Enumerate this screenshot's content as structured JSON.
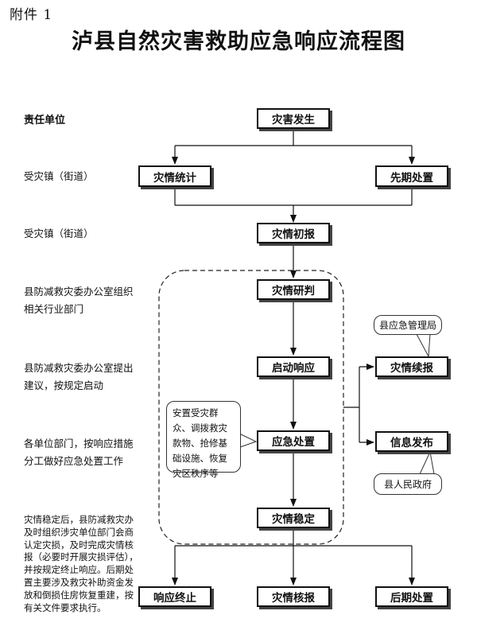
{
  "header": {
    "annex": "附件 1",
    "title": "泸县自然灾害救助应急响应流程图"
  },
  "responsibility": {
    "header": "责任单位",
    "rows": [
      "受灾镇（街道）",
      "受灾镇（街道）",
      "县防减救灾委办公室组织相关行业部门",
      "县防减救灾委办公室提出建议，按规定启动",
      "各单位部门，按响应措施分工做好应急处置工作",
      "灾情稳定后，县防减救灾办及时组织涉灾单位部门会商认定灾损，及时完成灾情核报（必要时开展灾损评估），并按规定终止响应。后期处置主要涉及救灾补助资金发放和倒损住房恢复重建，按有关文件要求执行。"
    ]
  },
  "steps": {
    "disaster_occurs": "灾害发生",
    "statistics": "灾情统计",
    "early_disposal": "先期处置",
    "initial_report": "灾情初报",
    "assessment": "灾情研判",
    "launch_response": "启动响应",
    "response_disposal": "应急处置",
    "continued_report": "灾情续报",
    "info_release": "信息发布",
    "stabilized": "灾情稳定",
    "end_response": "响应终止",
    "verification": "灾情核报",
    "aftermath": "后期处置"
  },
  "notes": {
    "disposal_measures": "安置受灾群众、调拨救灾款物、抢修基础设施、恢复灾区秩序等",
    "emergency_bureau": "县应急管理局",
    "county_government": "县人民政府"
  }
}
